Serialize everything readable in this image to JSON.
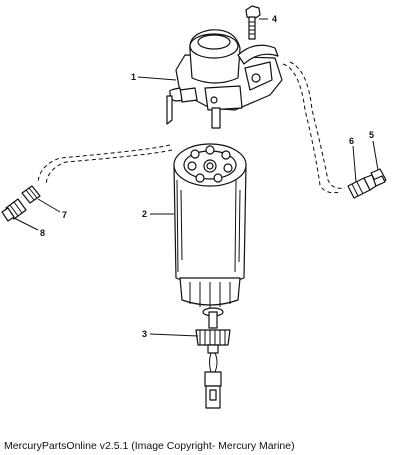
{
  "callouts": [
    "1",
    "2",
    "3",
    "4",
    "5",
    "6",
    "7",
    "8"
  ],
  "caption": "MercuryPartsOnline v2.5.1 (Image Copyright- Mercury Marine)"
}
